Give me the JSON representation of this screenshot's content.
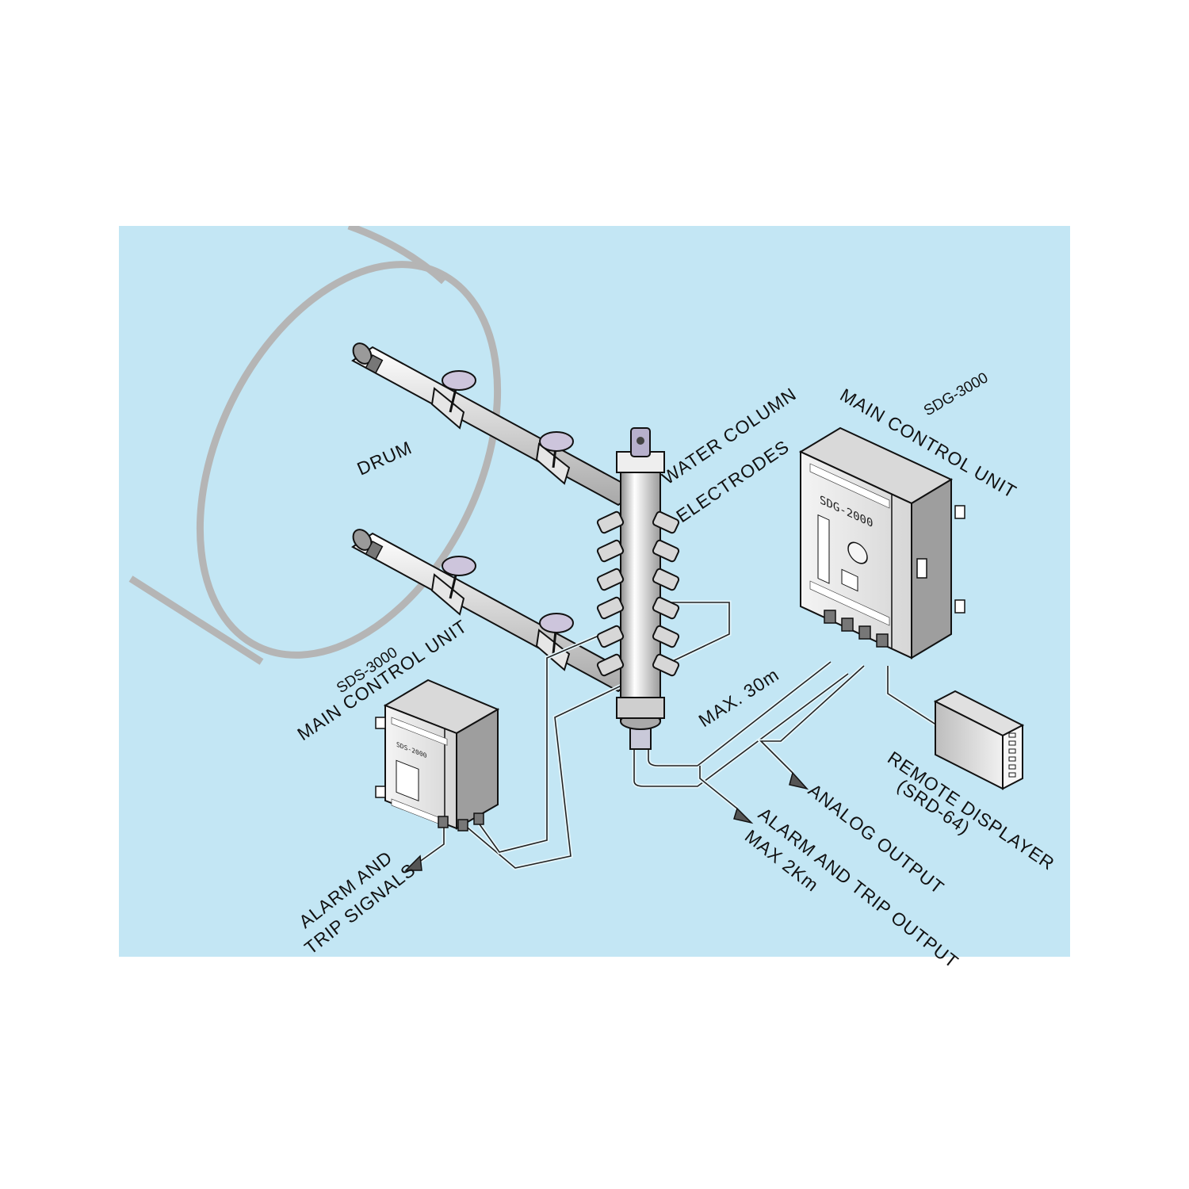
{
  "colors": {
    "background": "#c3e6f4",
    "drum_outline": "#b5b5b5",
    "equipment_fill": "#e9e9e9",
    "valve_cap": "#cdc5dc"
  },
  "labels": {
    "drum": "DRUM",
    "water_column": "WATER COLUMN",
    "electrodes": "ELECTRODES",
    "sdg_model": "SDG-3000",
    "sdg_unit": "MAIN CONTROL UNIT",
    "sds_model": "SDS-3000",
    "sds_unit": "MAIN CONTROL UNIT",
    "max_30m": "MAX. 30m",
    "remote_line1": "REMOTE DISPLAYER",
    "remote_line2": "(SRD-64)",
    "analog_output": "ANALOG OUTPUT",
    "alarm_trip_output": "ALARM AND TRIP OUTPUT",
    "max_2km": "MAX 2Km",
    "alarm_signals_line1": "ALARM AND",
    "alarm_signals_line2": "TRIP SIGNALS"
  },
  "panels": {
    "sdg_face_model": "SDG-2000",
    "sds_face_model": "SDS-2000"
  },
  "remote_displayer": {
    "indicator_count": 6
  }
}
